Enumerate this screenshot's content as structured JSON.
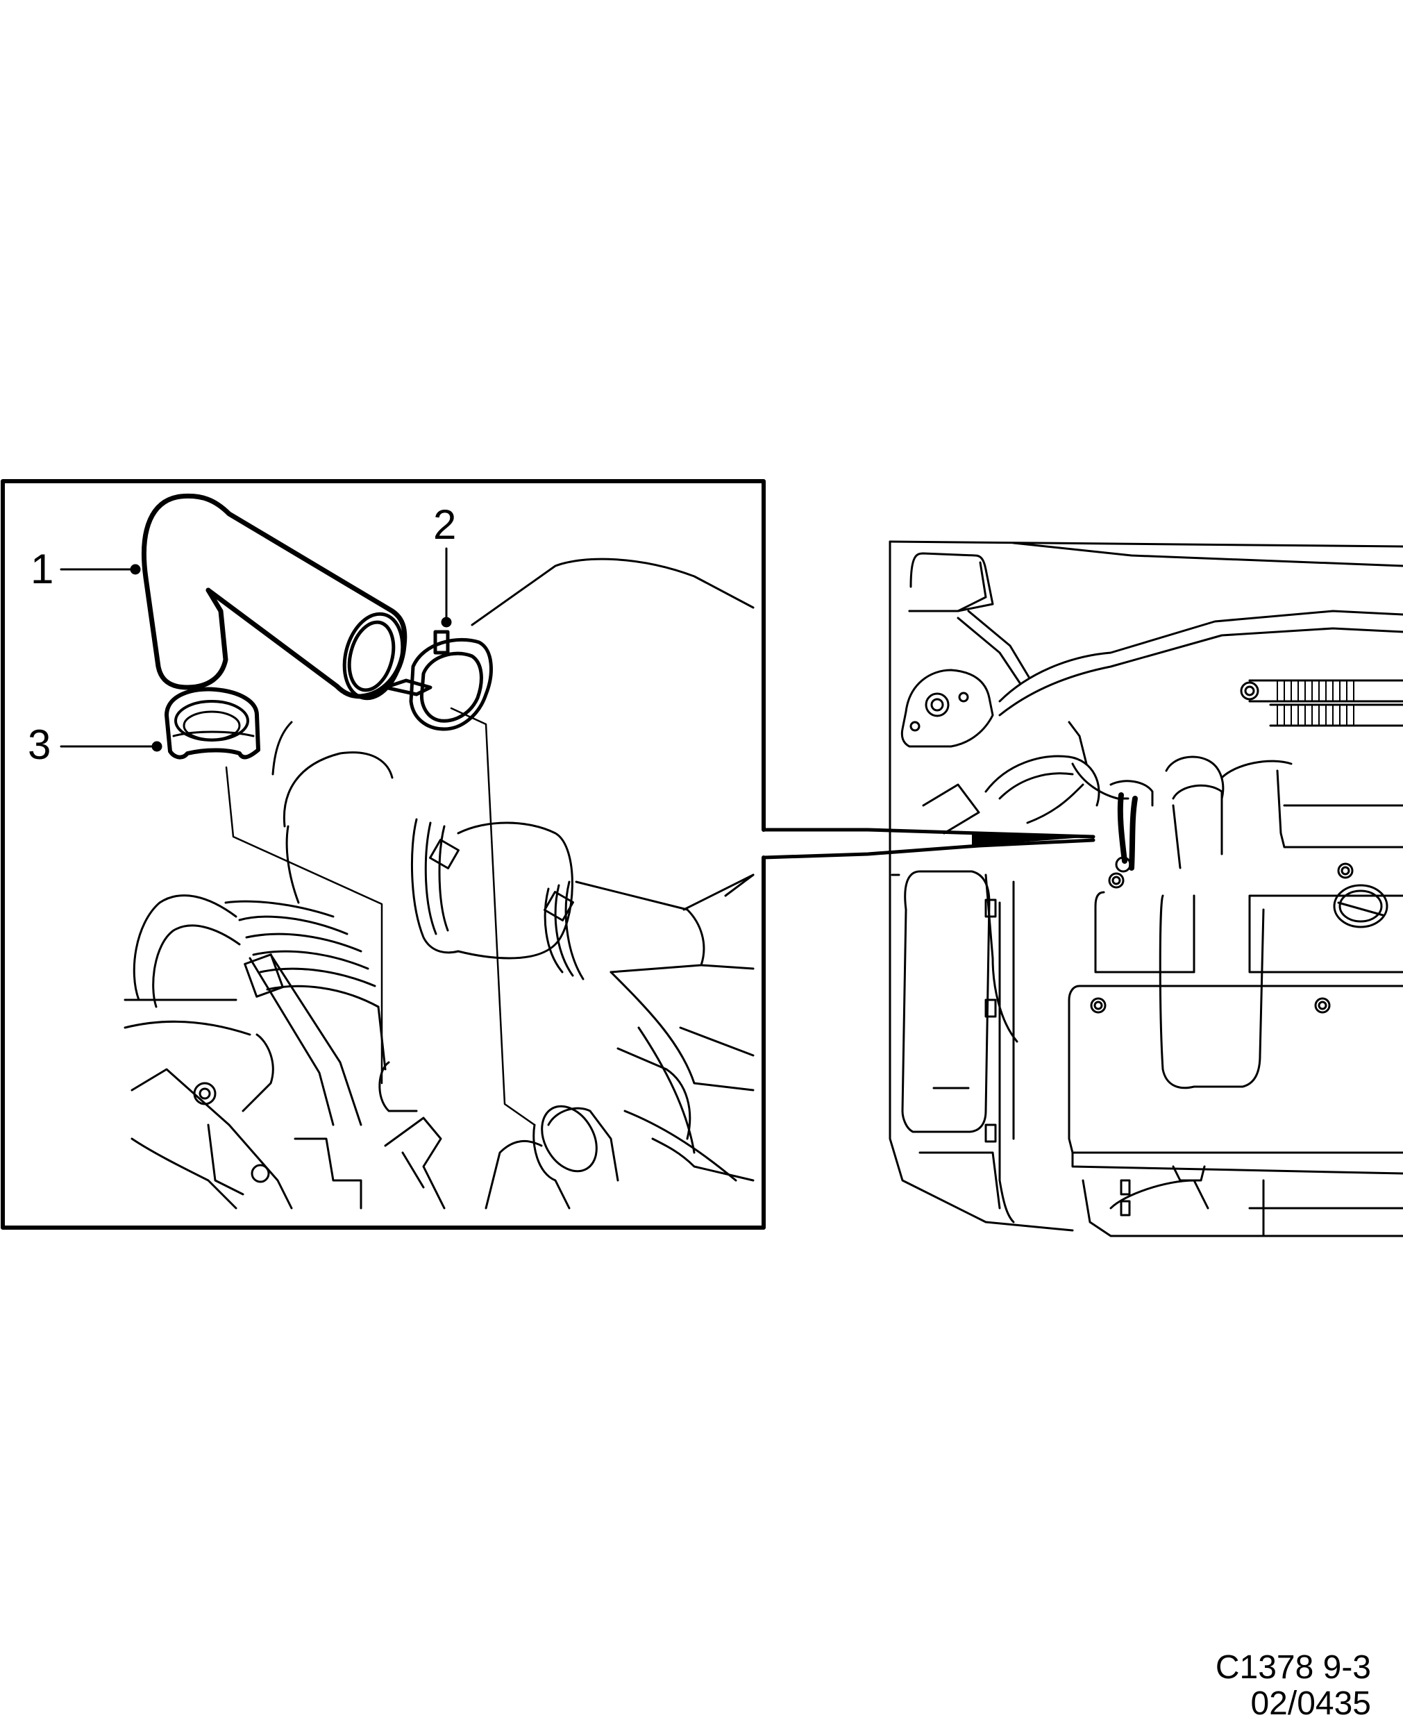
{
  "diagram": {
    "type": "exploded-parts-illustration",
    "detail_view": {
      "callouts": [
        {
          "number": "1",
          "part": "hose"
        },
        {
          "number": "2",
          "part": "hose-clamp"
        },
        {
          "number": "3",
          "part": "hose-clamp"
        }
      ]
    },
    "overview_view": {
      "description": "engine-bay-overview"
    },
    "footer": {
      "figure_id": "C1378 9-3",
      "revision": "02/0435"
    },
    "colors": {
      "line": "#000000",
      "background": "#ffffff"
    }
  }
}
